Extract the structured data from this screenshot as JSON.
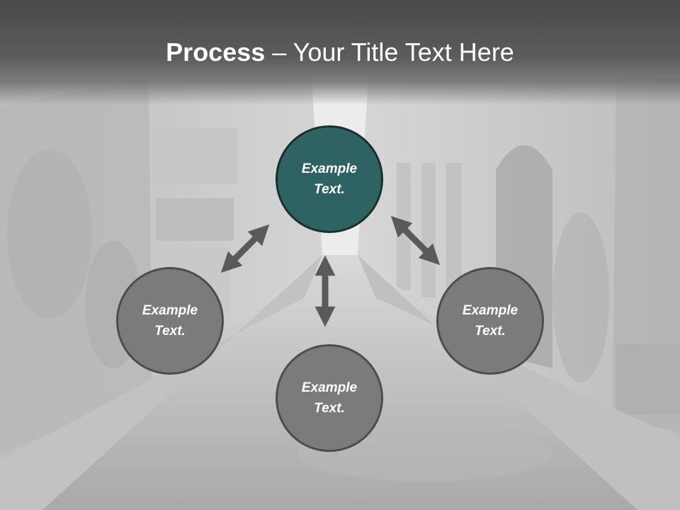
{
  "title": {
    "bold": "Process",
    "rest": " – Your Title Text Here"
  },
  "nodes": {
    "top": {
      "label": "Example\nText."
    },
    "left": {
      "label": "Example\nText."
    },
    "right": {
      "label": "Example\nText."
    },
    "bottom": {
      "label": "Example\nText."
    }
  },
  "colors": {
    "accent": "#2f6363",
    "node_grey": "#7b7b7b",
    "arrow": "#5a5a5a",
    "title_band": "#555555"
  },
  "icons": {
    "arrows": "double-headed-arrow"
  }
}
